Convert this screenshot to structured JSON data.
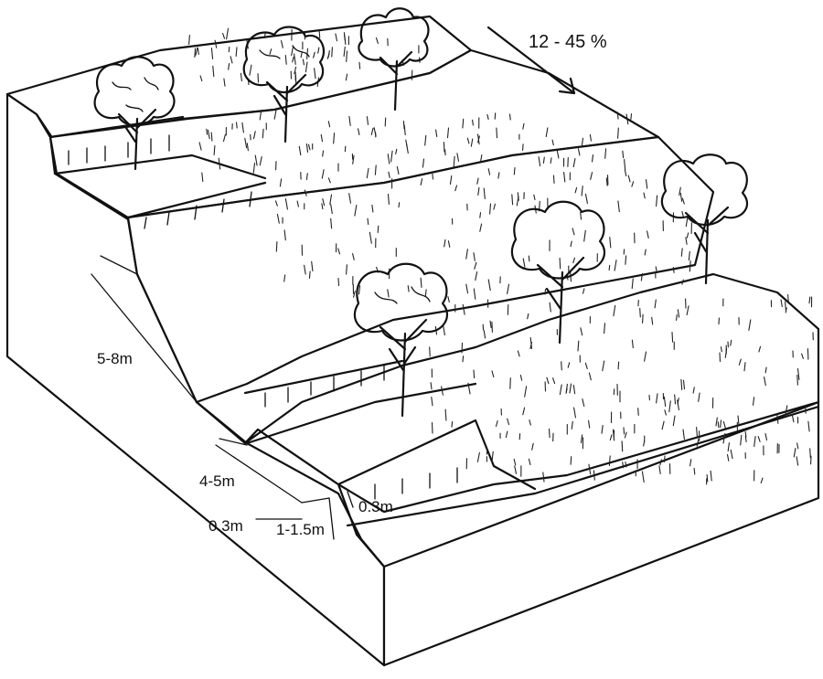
{
  "figure": {
    "slope_label": "12 - 45 %",
    "dimensions": {
      "riser_height": "5-8m",
      "bench_width": "4-5m",
      "ditch_width": "1-1.5m",
      "lip_height_left": "0.3m",
      "lip_height_right": "0.3m"
    },
    "colors": {
      "ink": "#111111",
      "paper": "#ffffff"
    },
    "icons": [
      "tree-icon",
      "arrow-down-right-icon",
      "grass-tuft-icon"
    ]
  }
}
